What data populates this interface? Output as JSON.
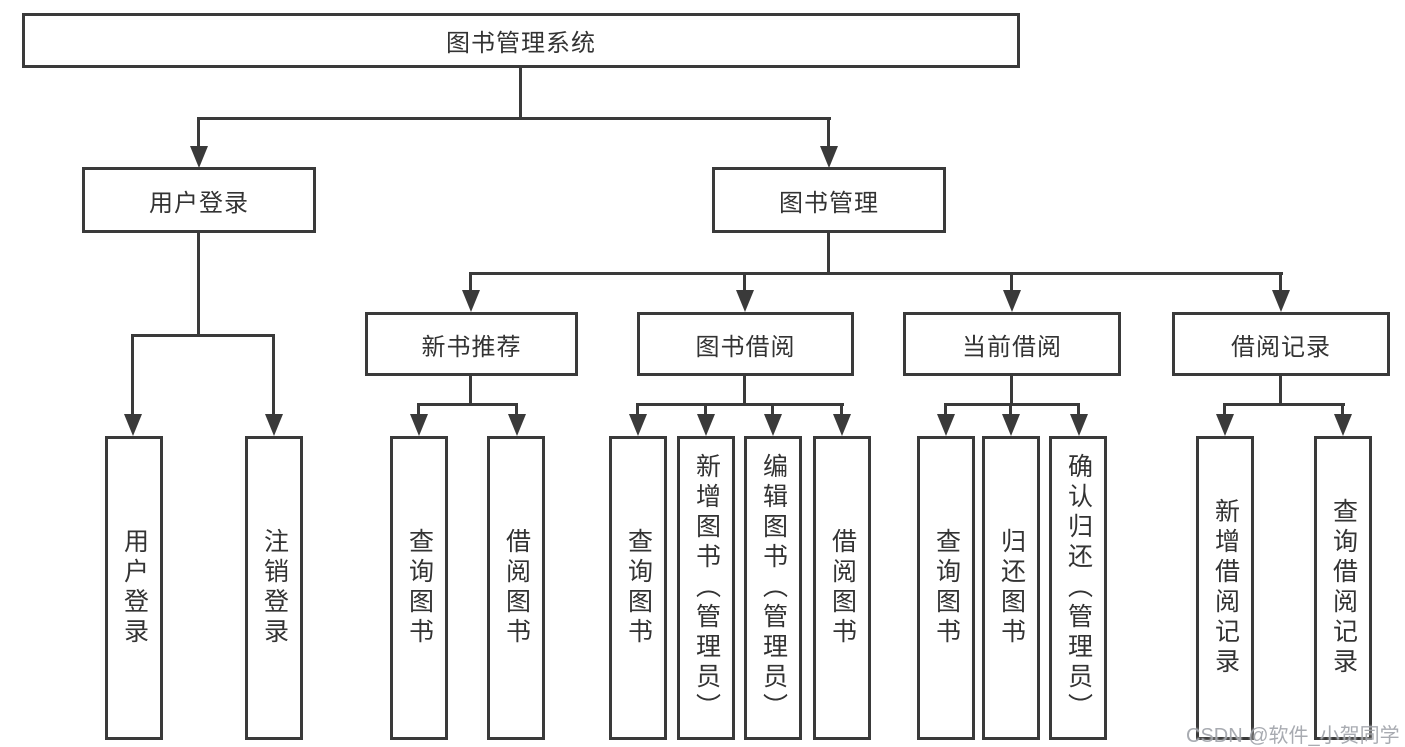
{
  "diagram": {
    "type": "hierarchy-tree",
    "title": "图书管理系统",
    "colors": {
      "line": "#3a3a3a",
      "text": "#333333",
      "background": "#ffffff",
      "watermark": "#9ea2a8"
    },
    "tree": {
      "label": "图书管理系统",
      "children": [
        {
          "label": "用户登录",
          "children": [
            {
              "label": "用户登录"
            },
            {
              "label": "注销登录"
            }
          ]
        },
        {
          "label": "图书管理",
          "children": [
            {
              "label": "新书推荐",
              "children": [
                {
                  "label": "查询图书"
                },
                {
                  "label": "借阅图书"
                }
              ]
            },
            {
              "label": "图书借阅",
              "children": [
                {
                  "label": "查询图书"
                },
                {
                  "label": "新增图书（管理员）"
                },
                {
                  "label": "编辑图书（管理员）"
                },
                {
                  "label": "借阅图书"
                }
              ]
            },
            {
              "label": "当前借阅",
              "children": [
                {
                  "label": "查询图书"
                },
                {
                  "label": "归还图书"
                },
                {
                  "label": "确认归还（管理员）"
                }
              ]
            },
            {
              "label": "借阅记录",
              "children": [
                {
                  "label": "新增借阅记录"
                },
                {
                  "label": "查询借阅记录"
                }
              ]
            }
          ]
        }
      ]
    },
    "watermark": {
      "text": "CSDN @软件_小贺同学"
    }
  }
}
